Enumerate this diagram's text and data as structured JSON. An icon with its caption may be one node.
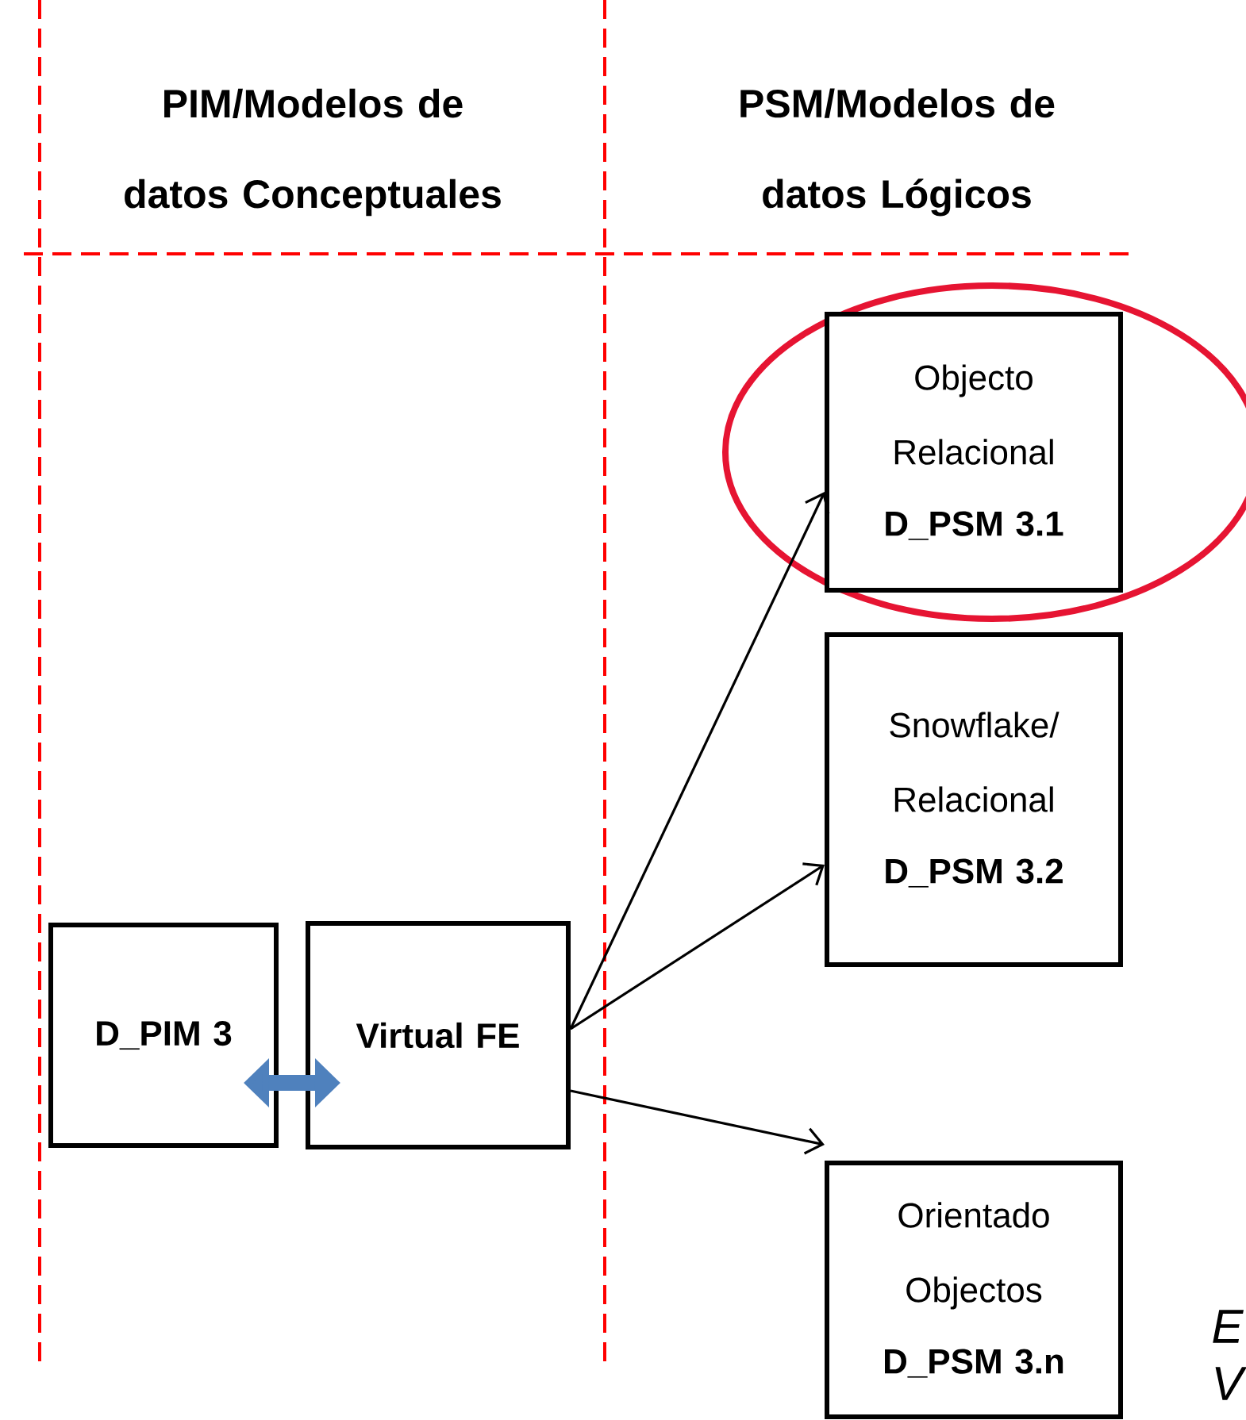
{
  "diagram": {
    "nodes": [
      {
        "text": [
          "D_PIM 3"
        ]
      },
      {
        "text": [
          "Virtual FE"
        ]
      },
      {
        "text": [],
        "shape": "ellipse"
      },
      {
        "text": [
          "Objecto Relacional",
          "D_PSM 3.1"
        ],
        "in": 2
      },
      {
        "text": [
          "Snowflake/ Relacional",
          "D_PSM 3.2"
        ]
      },
      {
        "text": [
          "Orientado Objectos",
          "D_PSM 3.n"
        ]
      }
    ],
    "edges": [
      {
        "from": 0,
        "to": 1,
        "arrow": "both",
        "style": "thick",
        "color": "#4f81bd"
      },
      {
        "from": 1,
        "to": 3,
        "arrow": "to"
      },
      {
        "from": 1,
        "to": 4,
        "arrow": "to"
      },
      {
        "from": 1,
        "to": 5,
        "arrow": "to"
      }
    ],
    "labels": [
      "PIM/Modelos de datos Conceptuales",
      "PSM/Modelos de datos Lógicos",
      "E",
      "V"
    ]
  }
}
